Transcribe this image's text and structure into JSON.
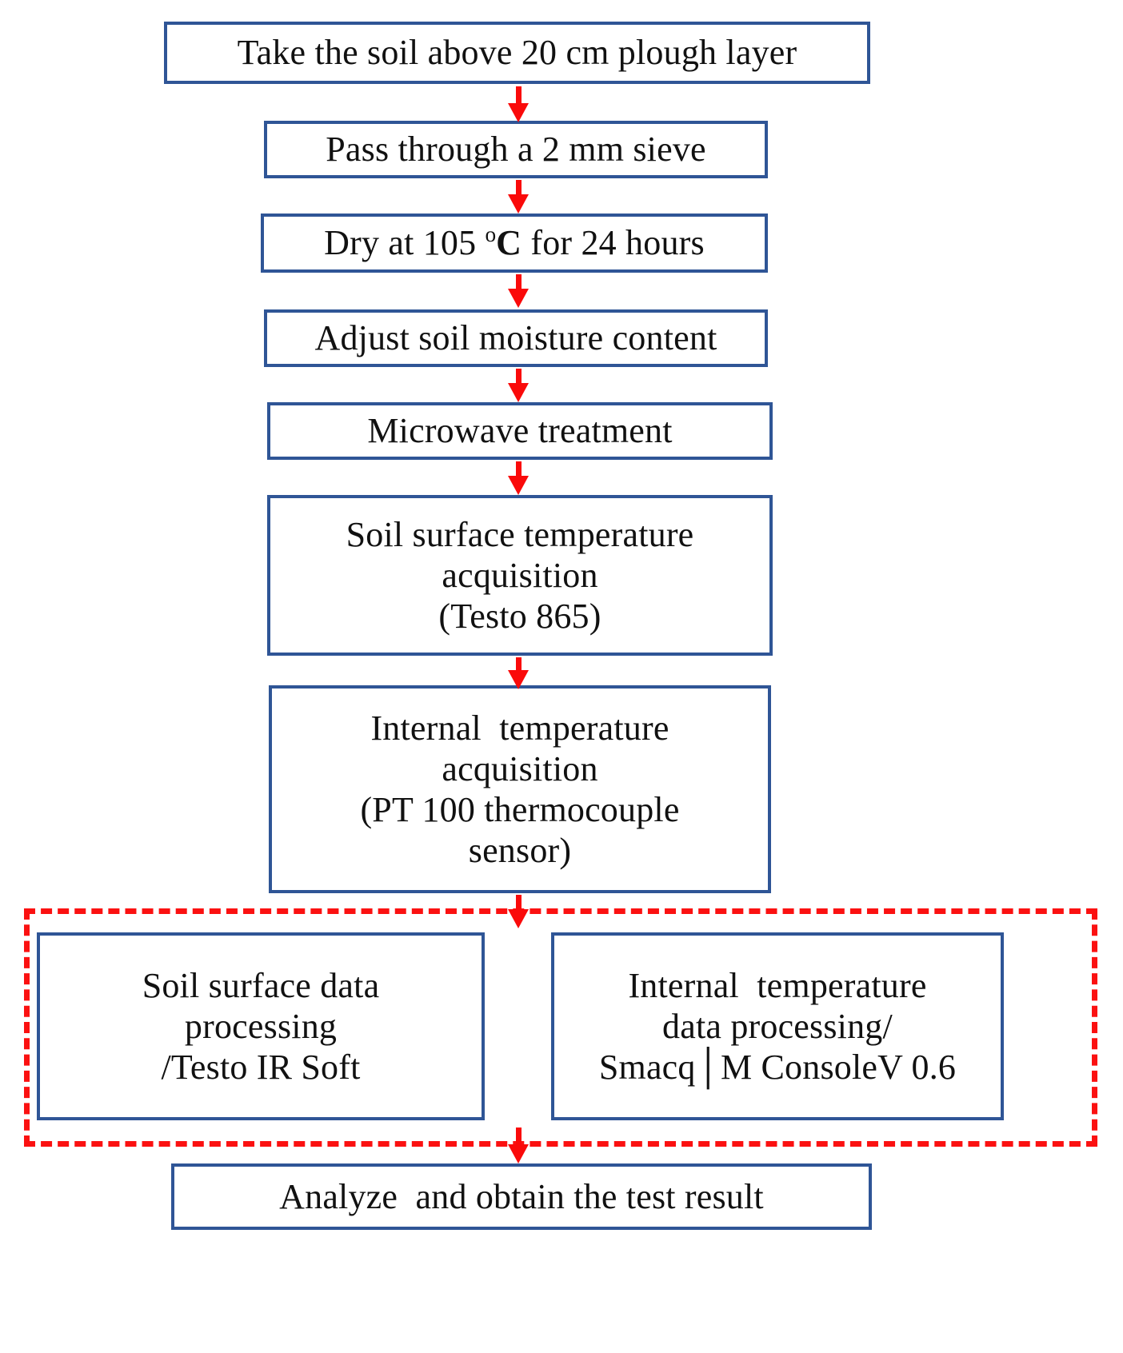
{
  "diagram": {
    "title": "Soil microwave heating experiment flowchart",
    "colors": {
      "box_border": "#2f5596",
      "arrow": "#fa0a0a",
      "group_frame": "#fb1111",
      "background": "#ffffff",
      "text": "#111111"
    },
    "nodes": [
      {
        "id": "take-soil",
        "lines": [
          "Take the soil above 20 cm plough layer"
        ]
      },
      {
        "id": "sieve",
        "lines": [
          "Pass through a 2 mm sieve"
        ]
      },
      {
        "id": "dry",
        "lines": [
          "Dry at 105 °C for 24 hours"
        ],
        "note": "temperature value 105 degrees Celsius, duration 24 hours"
      },
      {
        "id": "adjust-moisture",
        "lines": [
          "Adjust soil moisture content"
        ]
      },
      {
        "id": "microwave",
        "lines": [
          "Microwave treatment"
        ]
      },
      {
        "id": "surface-temp",
        "lines": [
          "Soil surface temperature",
          "acquisition",
          "(Testo 865)"
        ]
      },
      {
        "id": "internal-temp",
        "lines": [
          "Internal  temperature",
          "acquisition",
          "(PT 100 thermocouple",
          "sensor)"
        ]
      },
      {
        "id": "surface-processing",
        "lines": [
          "Soil surface data",
          "processing",
          "/Testo IR Soft"
        ]
      },
      {
        "id": "internal-processing",
        "lines": [
          "Internal  temperature",
          "data processing/",
          "Smacq│M ConsoleV 0.6"
        ]
      },
      {
        "id": "analyze",
        "lines": [
          "Analyze  and obtain the test result"
        ]
      }
    ],
    "group": {
      "id": "data-processing-group",
      "style": "red-dashed",
      "contains": [
        "surface-processing",
        "internal-processing"
      ]
    },
    "arrows": [
      {
        "from": "take-soil",
        "to": "sieve"
      },
      {
        "from": "sieve",
        "to": "dry"
      },
      {
        "from": "dry",
        "to": "adjust-moisture"
      },
      {
        "from": "adjust-moisture",
        "to": "microwave"
      },
      {
        "from": "microwave",
        "to": "surface-temp"
      },
      {
        "from": "surface-temp",
        "to": "internal-temp"
      },
      {
        "from": "internal-temp",
        "to": "data-processing-group"
      },
      {
        "from": "data-processing-group",
        "to": "analyze"
      }
    ]
  }
}
